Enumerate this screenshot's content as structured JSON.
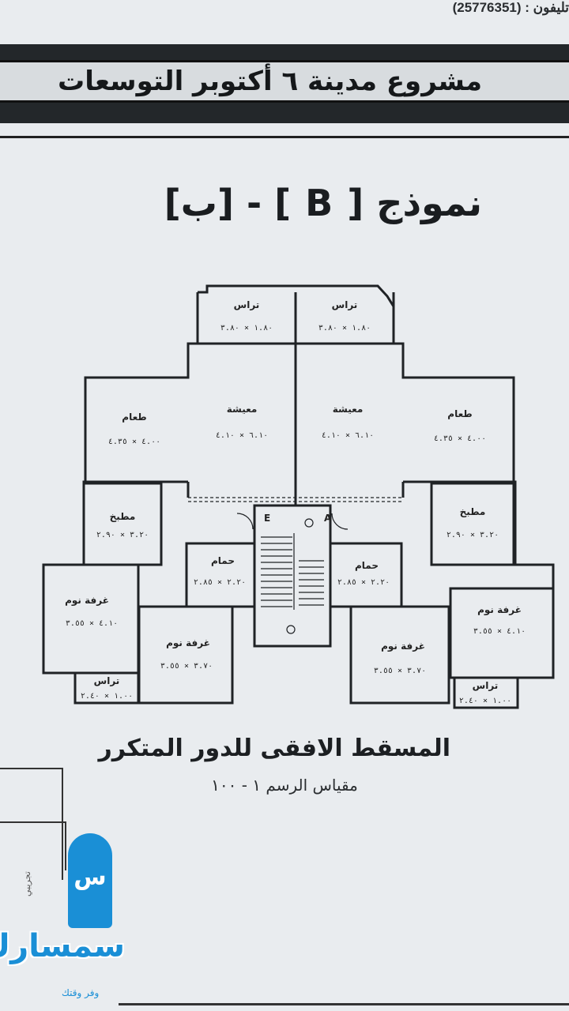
{
  "header": {
    "phone": "تليفون : (25776351)"
  },
  "banner": {
    "title": "مشروع مدينة ٦ أكتوبر التوسعات"
  },
  "model": {
    "title": "نموذج [ B ] - [ب]"
  },
  "plan": {
    "rooms": [
      {
        "label": "تراس",
        "dims": "١.٨٠ × ٣.٨٠"
      },
      {
        "label": "تراس",
        "dims": "١.٨٠ × ٣.٨٠"
      },
      {
        "label": "طعام",
        "dims": "٤.٠٠ × ٤.٣٥"
      },
      {
        "label": "معيشة",
        "dims": "٦.١٠ × ٤.١٠"
      },
      {
        "label": "معيشة",
        "dims": "٦.١٠ × ٤.١٠"
      },
      {
        "label": "طعام",
        "dims": "٤.٠٠ × ٤.٣٥"
      },
      {
        "label": "مطبخ",
        "dims": "٣.٢٠ × ٢.٩٠"
      },
      {
        "label": "مطبخ",
        "dims": "٣.٢٠ × ٢.٩٠"
      },
      {
        "label": "حمام",
        "dims": "٢.٢٠ × ٢.٨٥"
      },
      {
        "label": "حمام",
        "dims": "٢.٢٠ × ٢.٨٥"
      },
      {
        "label": "غرفة نوم",
        "dims": "٤.١٠ × ٣.٥٥"
      },
      {
        "label": "غرفة نوم",
        "dims": "٣.٧٠ × ٣.٥٥"
      },
      {
        "label": "غرفة نوم",
        "dims": "٣.٧٠ × ٣.٥٥"
      },
      {
        "label": "غرفة نوم",
        "dims": "٤.١٠ × ٣.٥٥"
      },
      {
        "label": "تراس",
        "dims": "١.٠٠ × ٢.٤٠"
      },
      {
        "label": "تراس",
        "dims": "١.٠٠ × ٢.٤٠"
      }
    ],
    "lobby_marks": [
      "E",
      "A"
    ]
  },
  "caption": {
    "title": "المسقط الافقى للدور المتكرر",
    "scale": "مقياس الرسم ١ - ١٠٠"
  },
  "logo": {
    "mark": "س",
    "name": "سمسارك",
    "top_text": "تجريبي",
    "tagline": "وفر وقتك",
    "color": "#1a8fd6"
  }
}
